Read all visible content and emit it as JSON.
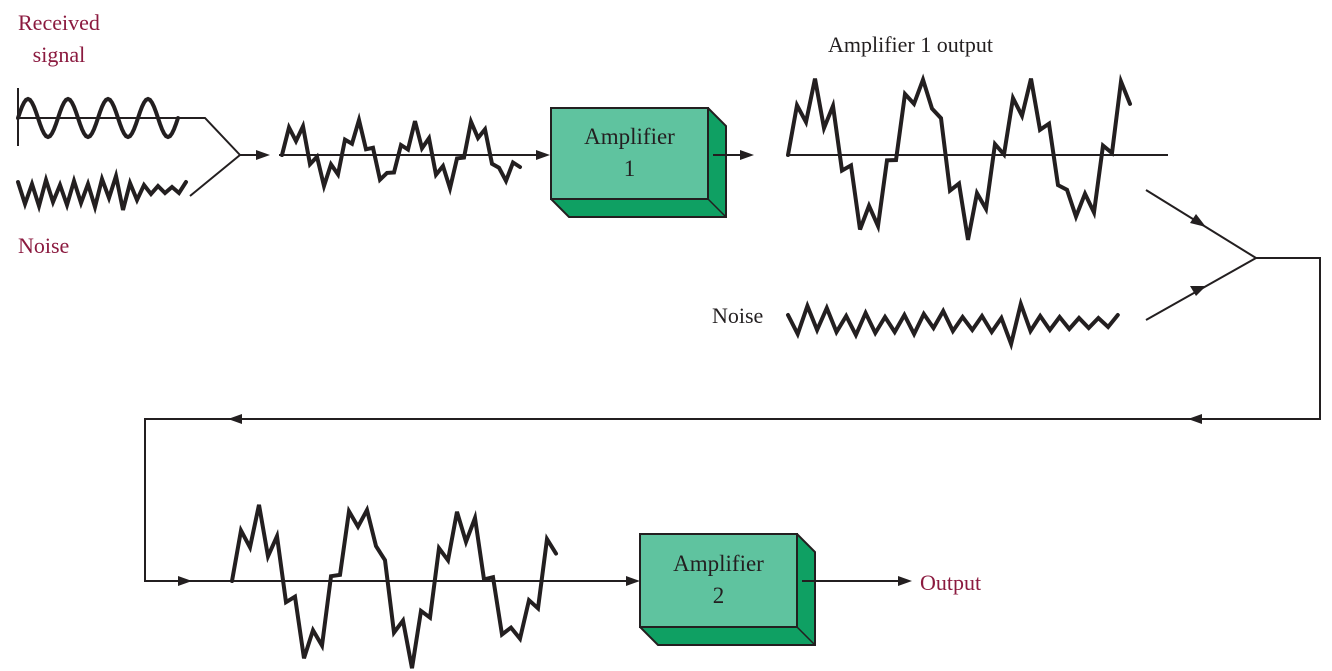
{
  "labels": {
    "received_signal_line1": "Received",
    "received_signal_line2": "signal",
    "noise_input": "Noise",
    "amplifier1_output": "Amplifier 1 output",
    "noise_added": "Noise",
    "output": "Output"
  },
  "blocks": {
    "amplifier1": {
      "line1": "Amplifier",
      "line2": "1"
    },
    "amplifier2": {
      "line1": "Amplifier",
      "line2": "2"
    }
  },
  "colors": {
    "accent_text": "#8b1a3f",
    "block_front": "#5fc39f",
    "block_side": "#0fa063",
    "line": "#231f20"
  }
}
